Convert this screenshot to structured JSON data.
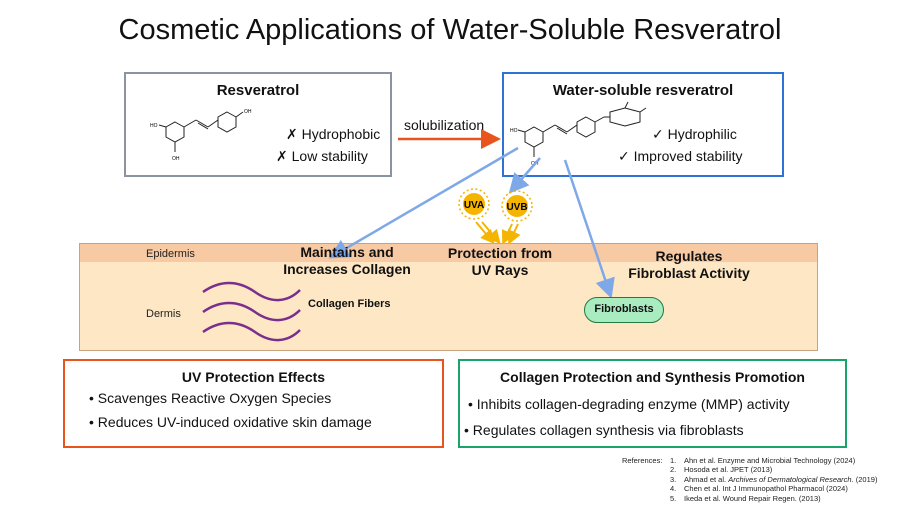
{
  "title": "Cosmetic Applications of Water-Soluble Resveratrol",
  "resveratrol": {
    "title": "Resveratrol",
    "props": [
      "✗ Hydrophobic",
      "✗ Low stability"
    ],
    "atoms": {
      "oh": "OH",
      "ho": "HO"
    }
  },
  "solubilization": "solubilization",
  "water_soluble": {
    "title": "Water-soluble resveratrol",
    "props": [
      "✓ Hydrophilic",
      "✓ Improved stability"
    ],
    "atoms": {
      "ho": "HO",
      "oh": "OH"
    }
  },
  "uv": {
    "uva": "UVA",
    "uvb": "UVB"
  },
  "skin": {
    "epidermis": "Epidermis",
    "dermis": "Dermis",
    "collagen_fibers": "Collagen Fibers",
    "fibroblasts": "Fibroblasts"
  },
  "effects": {
    "collagen": [
      "Maintains and",
      "Increases Collagen"
    ],
    "uv": [
      "Protection from",
      "UV Rays"
    ],
    "fibro": [
      "Regulates",
      "Fibroblast Activity"
    ]
  },
  "uv_box": {
    "title": "UV Protection Effects",
    "bullets": [
      "• Scavenges Reactive Oxygen Species",
      "• Reduces UV-induced oxidative skin damage"
    ]
  },
  "collagen_box": {
    "title": "Collagen Protection and Synthesis Promotion",
    "bullets": [
      "• Inhibits collagen-degrading enzyme (MMP) activity",
      "• Regulates collagen synthesis via fibroblasts"
    ]
  },
  "references": {
    "label": "References:",
    "items": [
      {
        "num": "1.",
        "text": "Ahn et al. Enzyme and Microbial Technology (2024)"
      },
      {
        "num": "2.",
        "text": "Hosoda et al. JPET (2013)"
      },
      {
        "num": "3.",
        "pre": "Ahmad et al. ",
        "italic": "Archives of Dermatological Research.",
        "post": " (2019)"
      },
      {
        "num": "4.",
        "text": "Chen et al.  Int J Immunopathol Pharmacol (2024)"
      },
      {
        "num": "5.",
        "text": "Ikeda et al. Wound Repair Regen. (2013)"
      }
    ]
  },
  "colors": {
    "resveratrol_border": "#8a93a0",
    "water_soluble_border": "#2f72d6",
    "arrow_red": "#e8541e",
    "arrow_blue": "#7fa8e8",
    "uv_sun": "#f5b400",
    "collagen_fiber": "#7a2f8c",
    "uv_box_border": "#e8541e",
    "collagen_box_border": "#19a46a"
  }
}
